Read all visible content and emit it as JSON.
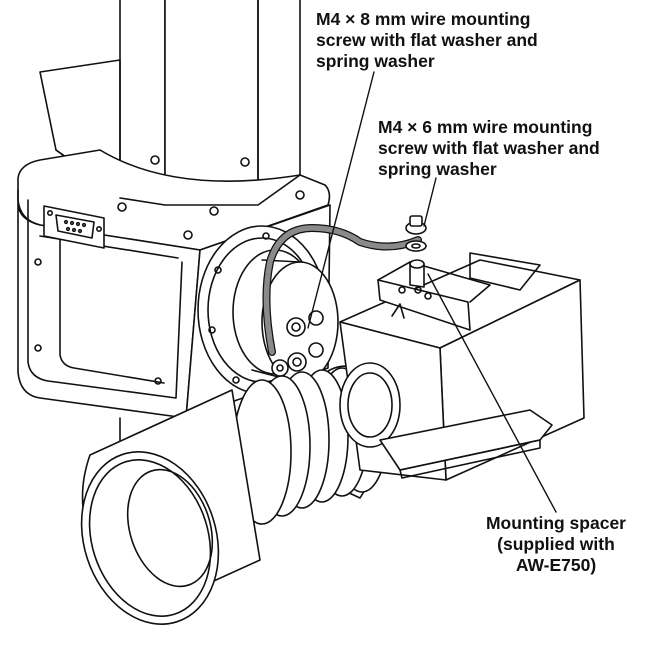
{
  "callouts": {
    "screw_8mm": {
      "lines": [
        "M4 × 8 mm wire mounting",
        "screw with flat washer and",
        "spring washer"
      ]
    },
    "screw_6mm": {
      "lines": [
        "M4 × 6 mm wire mounting",
        "screw with flat washer and",
        "spring washer"
      ]
    },
    "spacer": {
      "lines": [
        "Mounting spacer",
        "(supplied with",
        "AW-E750)"
      ]
    }
  },
  "colors": {
    "line": "#111111",
    "wire": "#8a8a8a",
    "background": "#ffffff"
  }
}
